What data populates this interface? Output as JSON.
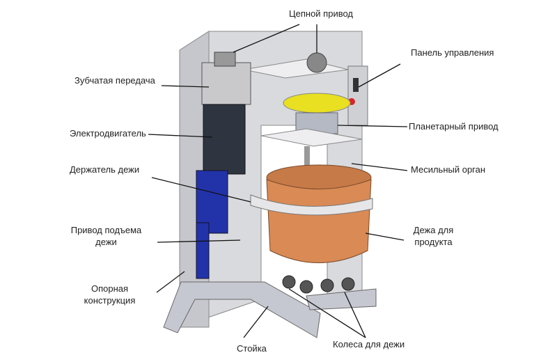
{
  "labels": {
    "chain_drive": "Цепной привод",
    "gear_transmission": "Зубчатая передача",
    "electric_motor": "Электродвигатель",
    "bowl_holder": "Держатель дежи",
    "bowl_lift_drive_line1": "Привод подъема",
    "bowl_lift_drive_line2": "дежи",
    "support_structure_line1": "Опорная",
    "support_structure_line2": "конструкция",
    "stand": "Стойка",
    "bowl_wheels": "Колеса для дежи",
    "product_bowl_line1": "Дежа для",
    "product_bowl_line2": "продукта",
    "kneading_tool": "Месильный орган",
    "planetary_drive": "Планетарный привод",
    "control_panel": "Панель управления"
  },
  "colors": {
    "frame": "#dcdde2",
    "motor": "#2f3540",
    "lift": "#2233aa",
    "bowl": "#d98a55",
    "gear": "#e8e020",
    "button": "#d8242a"
  }
}
